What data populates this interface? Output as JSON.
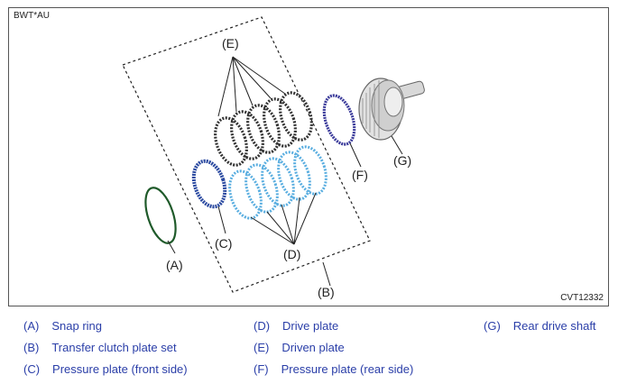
{
  "figure": {
    "code": "BWT*AU",
    "ref_number": "CVT12332",
    "callouts": {
      "A": "(A)",
      "B": "(B)",
      "C": "(C)",
      "D": "(D)",
      "E": "(E)",
      "F": "(F)",
      "G": "(G)"
    }
  },
  "legend": [
    {
      "key": "(A)",
      "label": "Snap ring"
    },
    {
      "key": "(B)",
      "label": "Transfer clutch plate set"
    },
    {
      "key": "(C)",
      "label": "Pressure plate (front side)"
    },
    {
      "key": "(D)",
      "label": "Drive plate"
    },
    {
      "key": "(E)",
      "label": "Driven plate"
    },
    {
      "key": "(F)",
      "label": "Pressure plate (rear side)"
    },
    {
      "key": "(G)",
      "label": "Rear drive shaft"
    }
  ],
  "colors": {
    "snap_ring": "#1f5a2a",
    "pressure_plate": "#2a49a0",
    "drive_plate": "#5aaee0",
    "driven_plate": "#333333",
    "rear_pressure_plate": "#3a3a9a",
    "legend_text": "#2a3ea8"
  }
}
